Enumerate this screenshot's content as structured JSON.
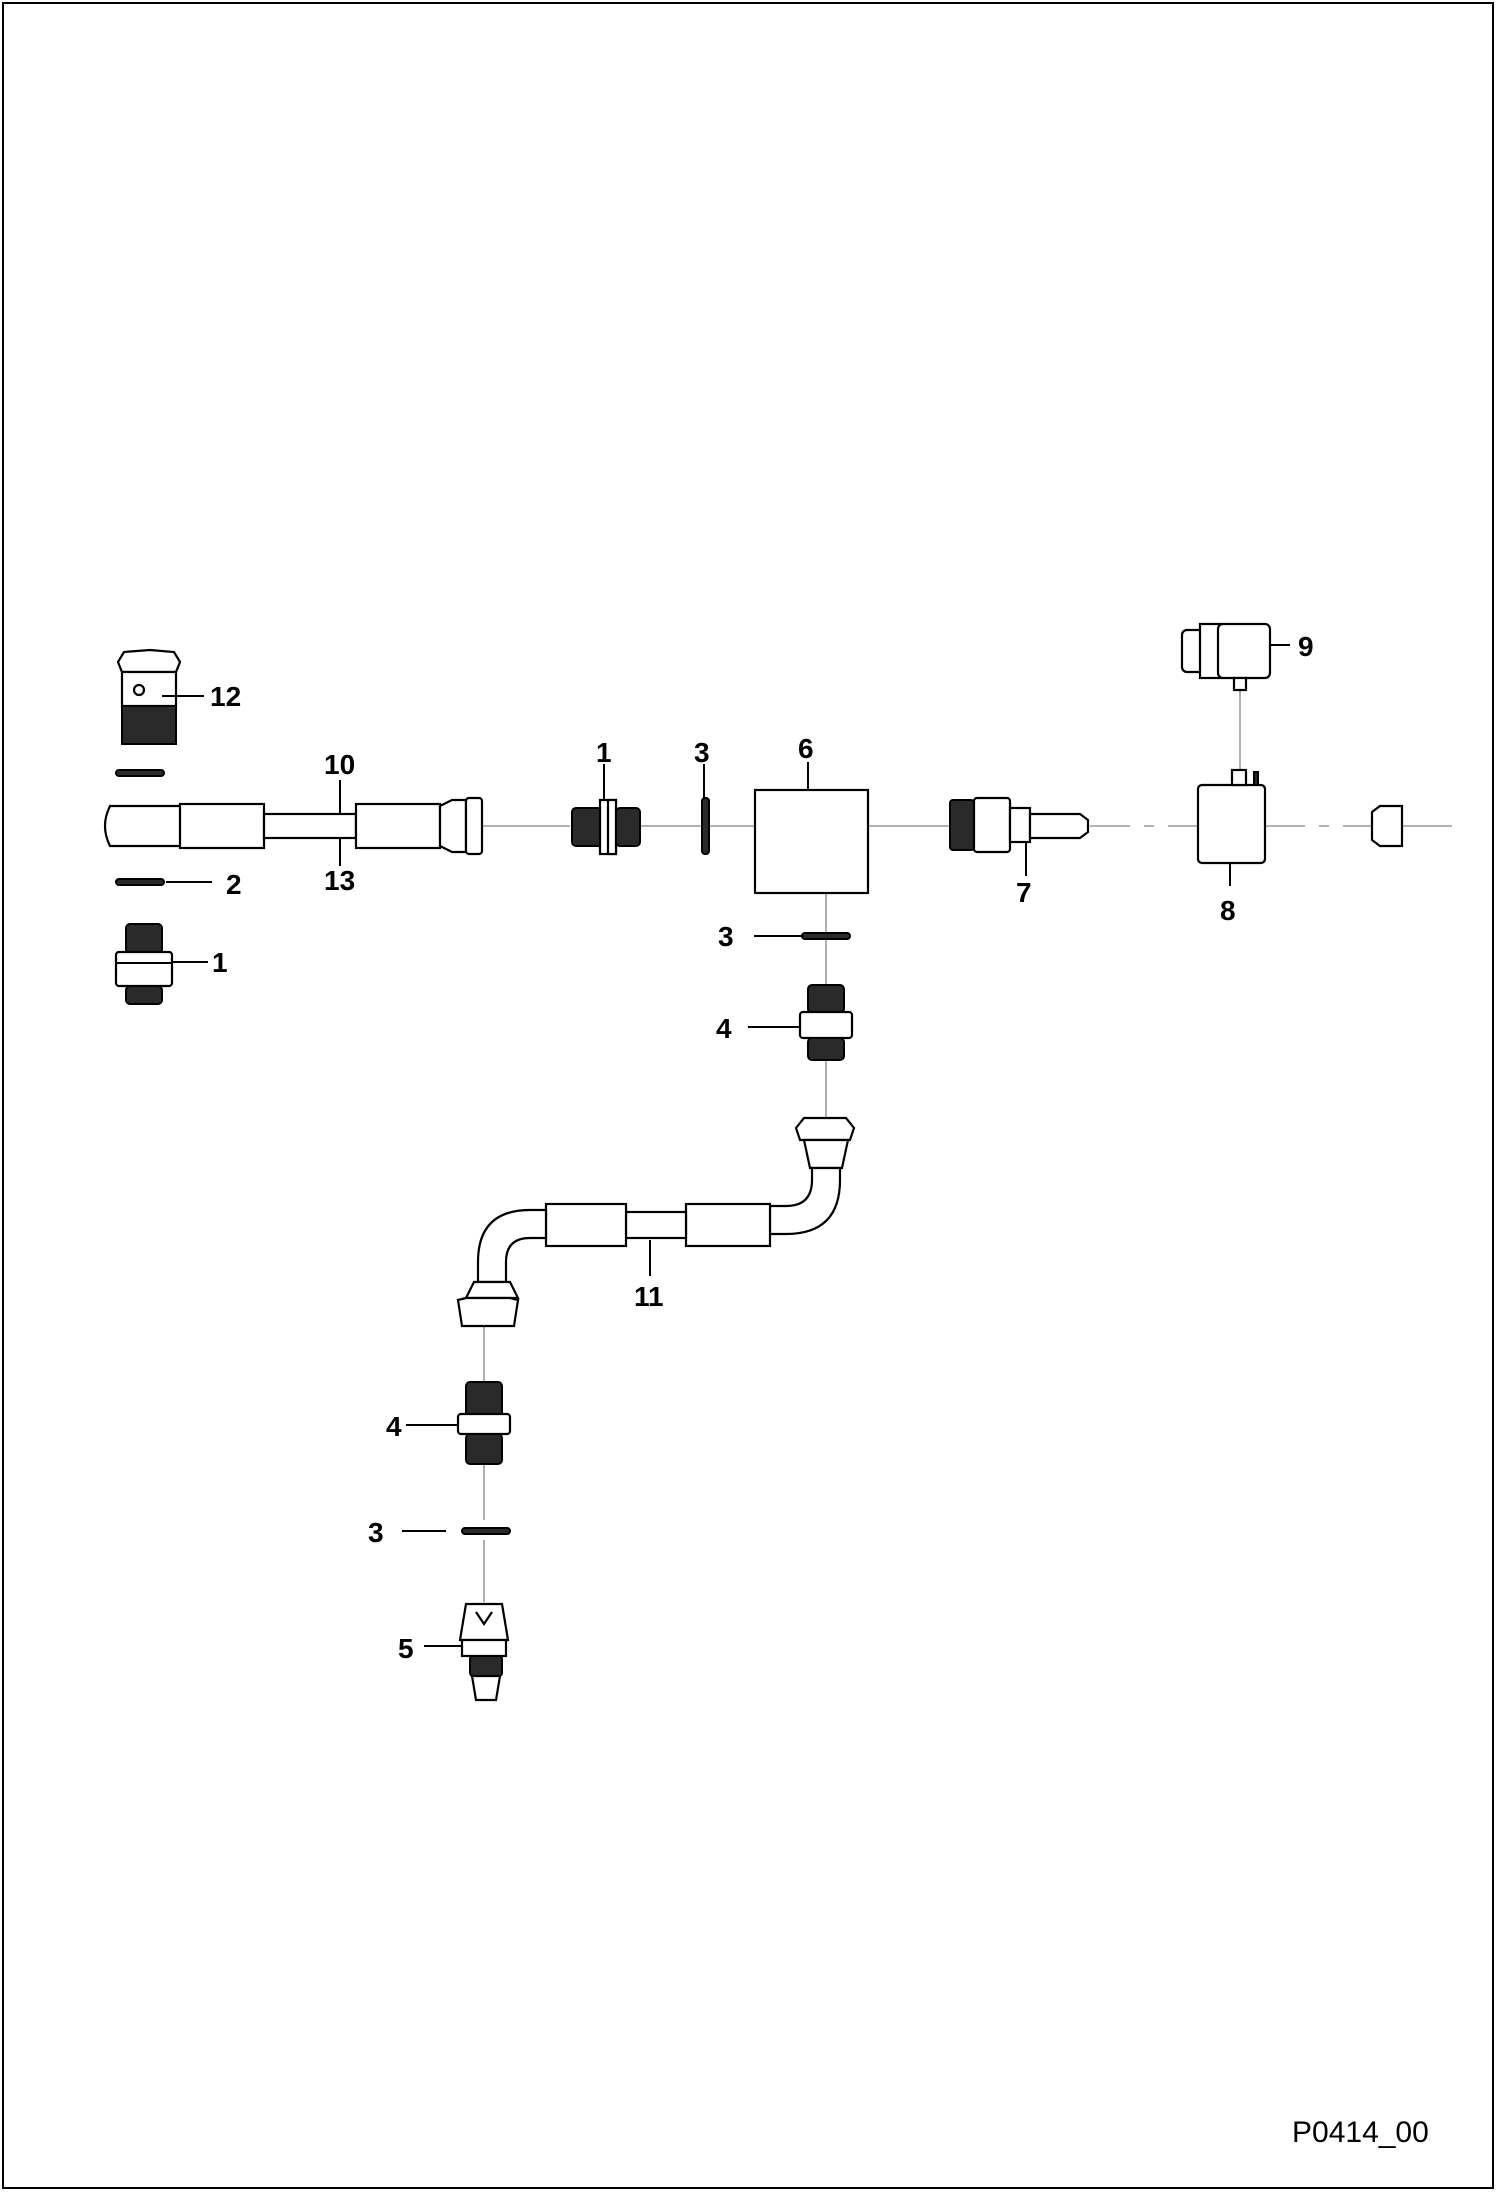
{
  "figure": {
    "id": "P0414_00",
    "callouts": [
      "1",
      "2",
      "3",
      "4",
      "5",
      "6",
      "7",
      "8",
      "9",
      "10",
      "11",
      "12",
      "13"
    ]
  },
  "colors": {
    "background": "#ffffff",
    "ink": "#000000",
    "centerline": "#9a9a9a"
  }
}
